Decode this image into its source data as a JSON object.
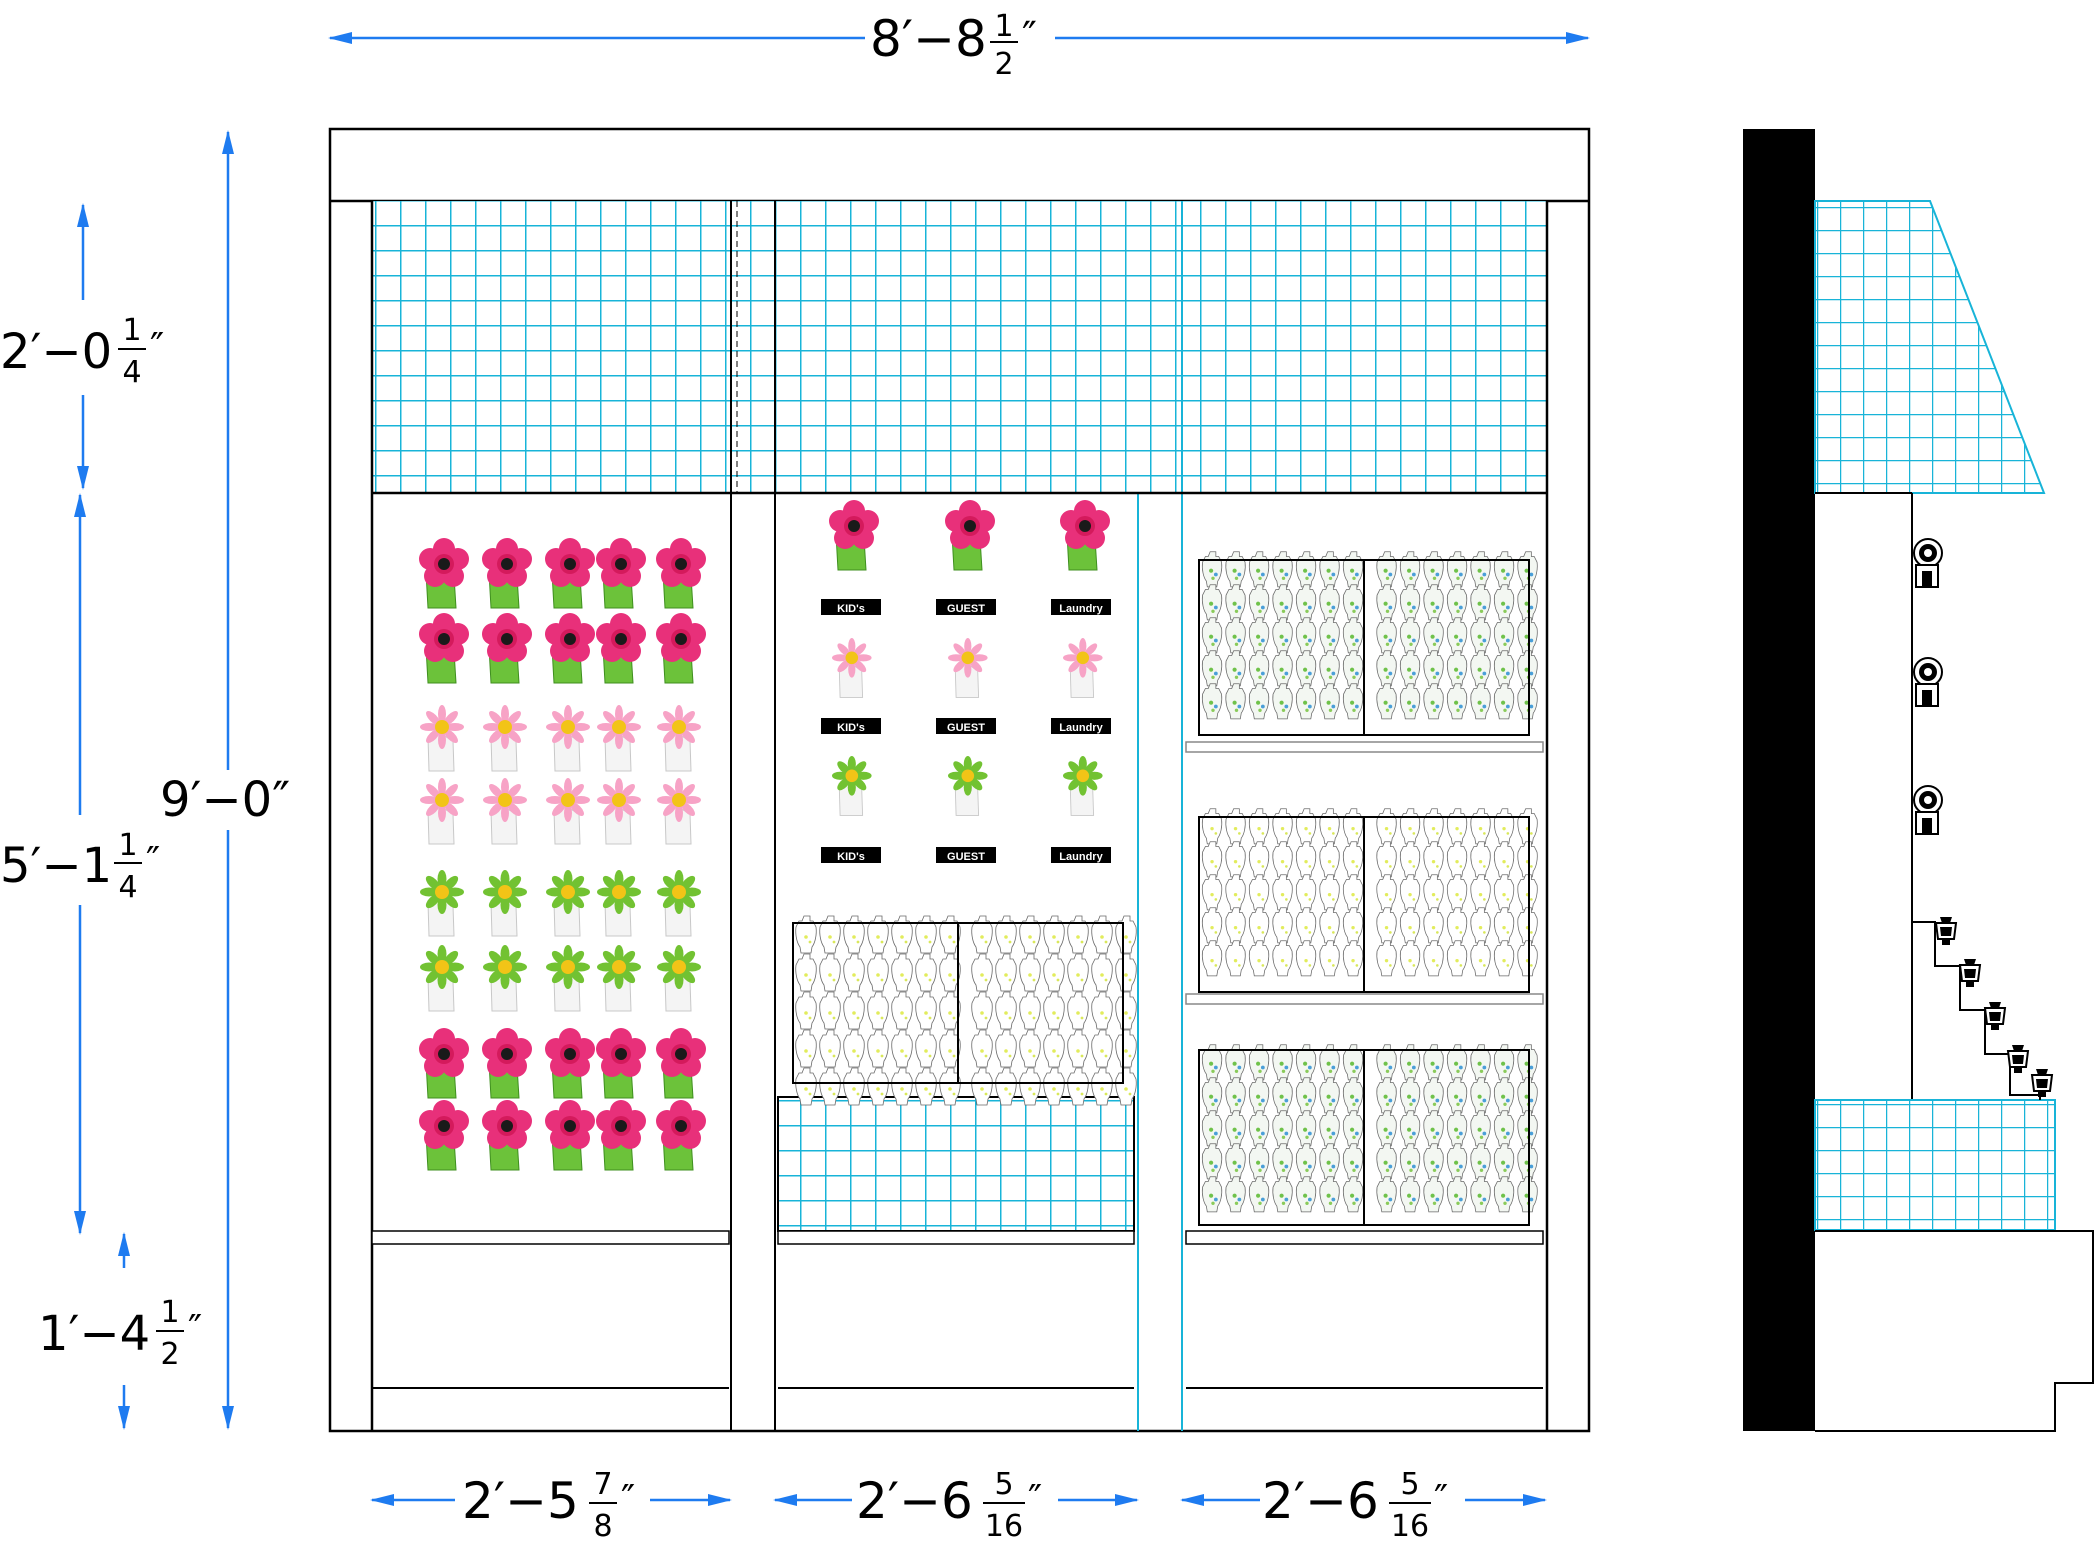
{
  "dimensions": {
    "overall_width": {
      "main": "8′−8",
      "num": "1",
      "den": "2",
      "suffix": "″"
    },
    "overall_height": {
      "main": "9′−0″"
    },
    "header_height": {
      "main": "2′−0",
      "num": "1",
      "den": "4",
      "suffix": "″"
    },
    "display_height": {
      "main": "5′−1",
      "num": "1",
      "den": "4",
      "suffix": "″"
    },
    "base_height": {
      "main": "1′−4",
      "num": "1",
      "den": "2",
      "suffix": "″"
    },
    "bay1_width": {
      "main": "2′−5",
      "num": "7",
      "den": "8",
      "suffix": "″"
    },
    "bay2_width": {
      "main": "2′−6",
      "num": "5",
      "den": "16",
      "suffix": "″"
    },
    "bay3_width": {
      "main": "2′−6",
      "num": "5",
      "den": "16",
      "suffix": "″"
    }
  },
  "sign_labels": {
    "kids": "KID's",
    "guest": "GUEST",
    "laundry": "Laundry"
  },
  "colors": {
    "dimension_line": "#1e7bf0",
    "grid": "#18b4d8",
    "outline": "#000000",
    "flower_pink": "#e8307a",
    "flower_light_pink": "#f7a3c6",
    "flower_green": "#72c232",
    "bottle_green": "#6cc23a",
    "flower_center": "#f2c417"
  },
  "icons": {
    "flower_bottle": "pink-flower-bottle-icon",
    "spray_bottle": "spray-bottle-icon",
    "wall_fixture": "wall-hook-icon"
  }
}
